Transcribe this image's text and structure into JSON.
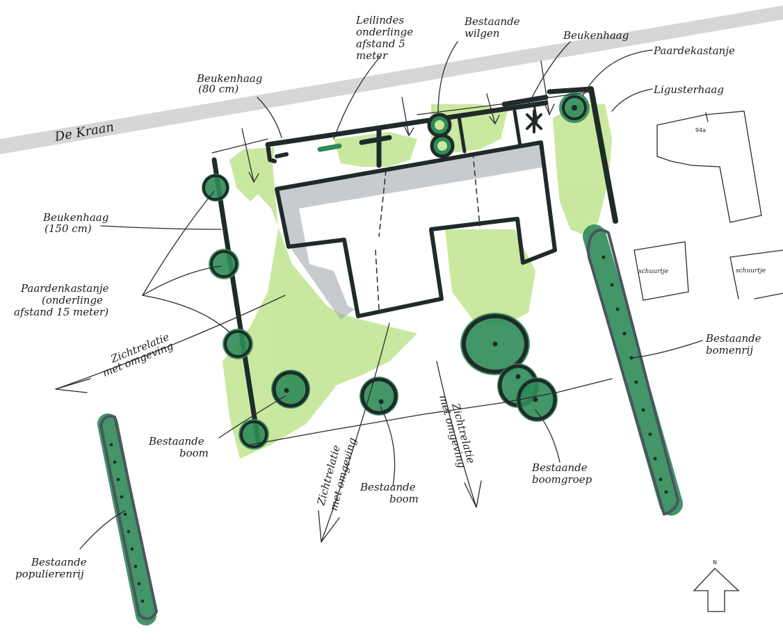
{
  "street": {
    "name": "De Kraan"
  },
  "labels": {
    "beukenhaag_80_l1": "Beukenhaag",
    "beukenhaag_80_l2": "(80 cm)",
    "leilindes_l1": "Leilindes",
    "leilindes_l2": "onderlinge",
    "leilindes_l3": "afstand 5",
    "leilindes_l4": "meter",
    "wilgen_l1": "Bestaande",
    "wilgen_l2": "wilgen",
    "beukenhaag_top": "Beukenhaag",
    "paardekastanje": "Paardekastanje",
    "ligusterhaag": "Ligusterhaag",
    "beukenhaag_150_l1": "Beukenhaag",
    "beukenhaag_150_l2": "(150 cm)",
    "paardenkastanje_l1": "Paardenkastanje",
    "paardenkastanje_l2": "(onderlinge",
    "paardenkastanje_l3": "afstand 15 meter)",
    "zicht_w_l1": "Zichtrelatie",
    "zicht_w_l2": "met omgeving",
    "zicht_s1_l1": "Zichtrelatie",
    "zicht_s1_l2": "met omgeving",
    "zicht_s2_l1": "Zichtrelatie",
    "zicht_s2_l2": "met omgeving",
    "boom_w_l1": "Bestaande",
    "boom_w_l2": "boom",
    "boom_s_l1": "Bestaande",
    "boom_s_l2": "boom",
    "boomgroep_l1": "Bestaande",
    "boomgroep_l2": "boomgroep",
    "bomenrij_l1": "Bestaande",
    "bomenrij_l2": "bomenrij",
    "populierenrij_l1": "Bestaande",
    "populierenrij_l2": "populierenrij",
    "house_94a": "94a",
    "schuurtje_1": "schuurtje",
    "schuurtje_2": "schuurtje",
    "north": "N"
  },
  "colors": {
    "light_green": "#c7e79a",
    "dark_green": "#2e8b57",
    "ink": "#1f2a2a",
    "building_shadow": "#9aa0a6",
    "street": "#d6d6d6"
  }
}
